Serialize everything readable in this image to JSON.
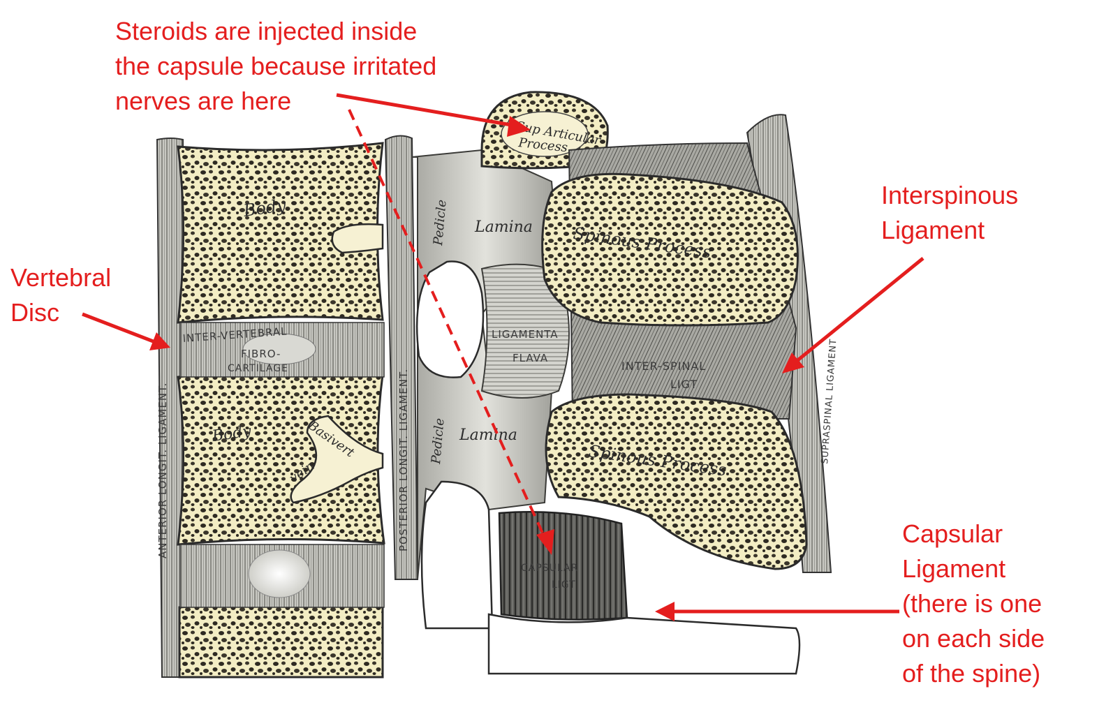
{
  "annotations": {
    "steroids": "Steroids are injected inside\nthe capsule because irritated\nnerves are here",
    "interspinous": "Interspinous\nLigament",
    "vertebral_disc": "Vertebral\nDisc",
    "capsular": "Capsular\nLigament\n(there is one\non each side\nof the spine)"
  },
  "anatomy_labels": {
    "body_upper": "Body",
    "body_lower": "Body",
    "basivert": "Basivert",
    "vein": "vein",
    "pedicle_upper": "Pedicle",
    "pedicle_lower": "Pedicle",
    "lamina_upper": "Lamina",
    "lamina_lower": "Lamina",
    "sup_articular": "Sup Articular",
    "process": "Process",
    "spinous_upper": "Spinous  Process",
    "spinous_lower": "Spinous     Process",
    "anterior_longit_ligament": "ANTERIOR  LONGIT.  LIGAMENT.",
    "posterior_longit_ligament": "POSTERIOR  LONGIT.  LIGAMENT.",
    "supraspinal_ligament": "SUPRASPINAL  LIGAMENT",
    "inter_vertebral": "INTER-VERTEBRAL",
    "fibro": "FIBRO-",
    "cartilage": "CARTILAGE",
    "ligamenta": "LIGAMENTA",
    "flava": "FLAVA",
    "inter_spinal": "INTER-SPINAL",
    "ligt": "LIGT",
    "capsular_lig": "CAPSULAR",
    "capsular_ligt": "LIGT"
  },
  "colors": {
    "annotation": "#e41e1e",
    "bone": "#f3edc4",
    "ligament": "#b9b9b4"
  }
}
